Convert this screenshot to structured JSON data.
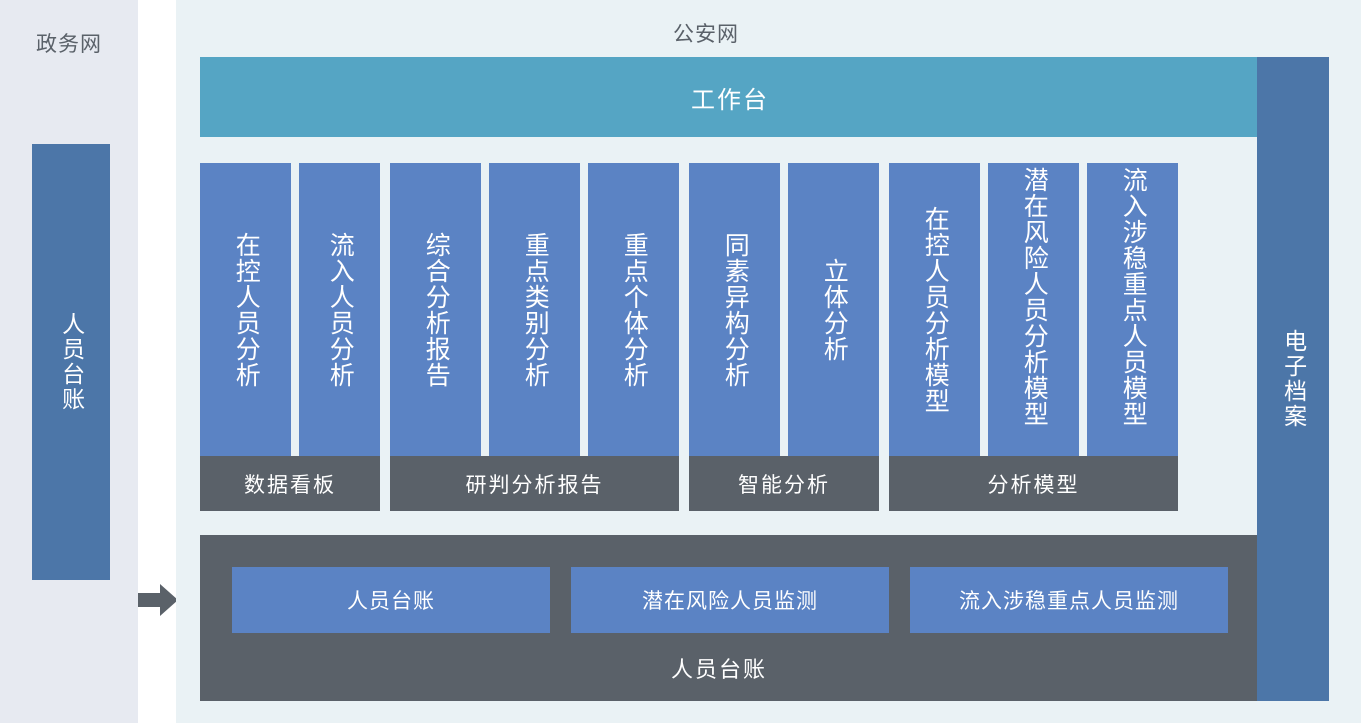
{
  "left_panel": {
    "title": "政务网",
    "box_label": "人员台账"
  },
  "flow_arrow": {
    "icon": "arrow-right-icon"
  },
  "right_panel": {
    "title": "公安网",
    "workbench_label": "工作台",
    "archive_label": "电子档案"
  },
  "groups": [
    {
      "label": "数据看板",
      "columns": [
        {
          "label": "在控人员分析"
        },
        {
          "label": "流入人员分析"
        }
      ]
    },
    {
      "label": "研判分析报告",
      "columns": [
        {
          "label": "综合分析报告"
        },
        {
          "label": "重点类别分析"
        },
        {
          "label": "重点个体分析"
        }
      ]
    },
    {
      "label": "智能分析",
      "columns": [
        {
          "label": "同素异构分析"
        },
        {
          "label": "立体分析"
        }
      ]
    },
    {
      "label": "分析模型",
      "columns": [
        {
          "label": "在控人员分析模型"
        },
        {
          "label": "潜在风险人员分析模型"
        },
        {
          "label": "流入涉稳重点人员模型"
        }
      ]
    }
  ],
  "ledger": {
    "caption": "人员台账",
    "boxes": [
      {
        "label": "人员台账"
      },
      {
        "label": "潜在风险人员监测"
      },
      {
        "label": "流入涉稳重点人员监测"
      }
    ]
  },
  "colors": {
    "accent_teal": "#55A5C4",
    "accent_blue": "#5B83C4",
    "accent_dark_blue": "#4C76A8",
    "accent_gray": "#5A6169",
    "bg_left": "#E7EAF1",
    "bg_right": "#EAF2F5"
  }
}
